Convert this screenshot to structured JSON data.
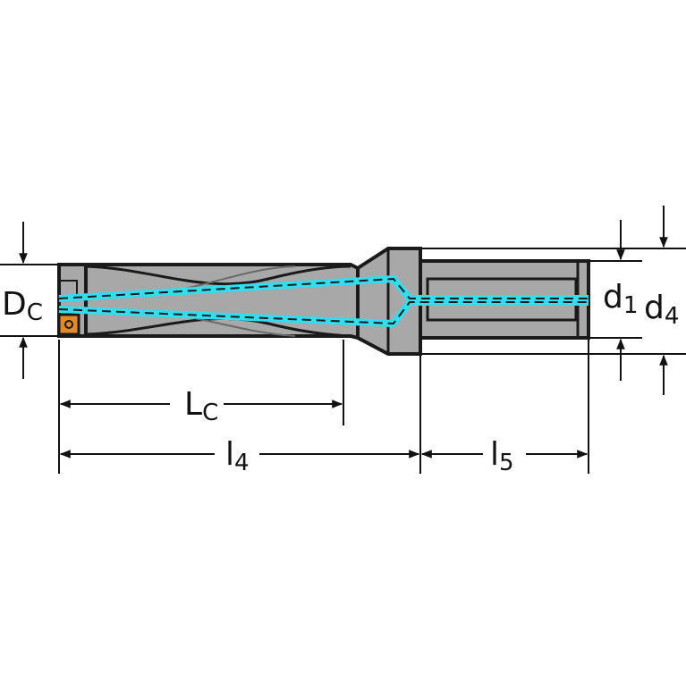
{
  "colors": {
    "body": "#a8a8a8",
    "outline": "#1a1a1a",
    "coolant": "#33dcee",
    "insert": "#e08a2a",
    "dimension": "#111111"
  },
  "labels": {
    "dc": {
      "main": "D",
      "sub": "C"
    },
    "lc": {
      "main": "L",
      "sub": "C"
    },
    "l4": {
      "main": "l",
      "sub": "4"
    },
    "l5": {
      "main": "l",
      "sub": "5"
    },
    "d1": {
      "main": "d",
      "sub": "1"
    },
    "d4": {
      "main": "d",
      "sub": "4"
    }
  },
  "icons": {
    "insert": "square-insert-icon",
    "arrow": "arrow-icon"
  }
}
